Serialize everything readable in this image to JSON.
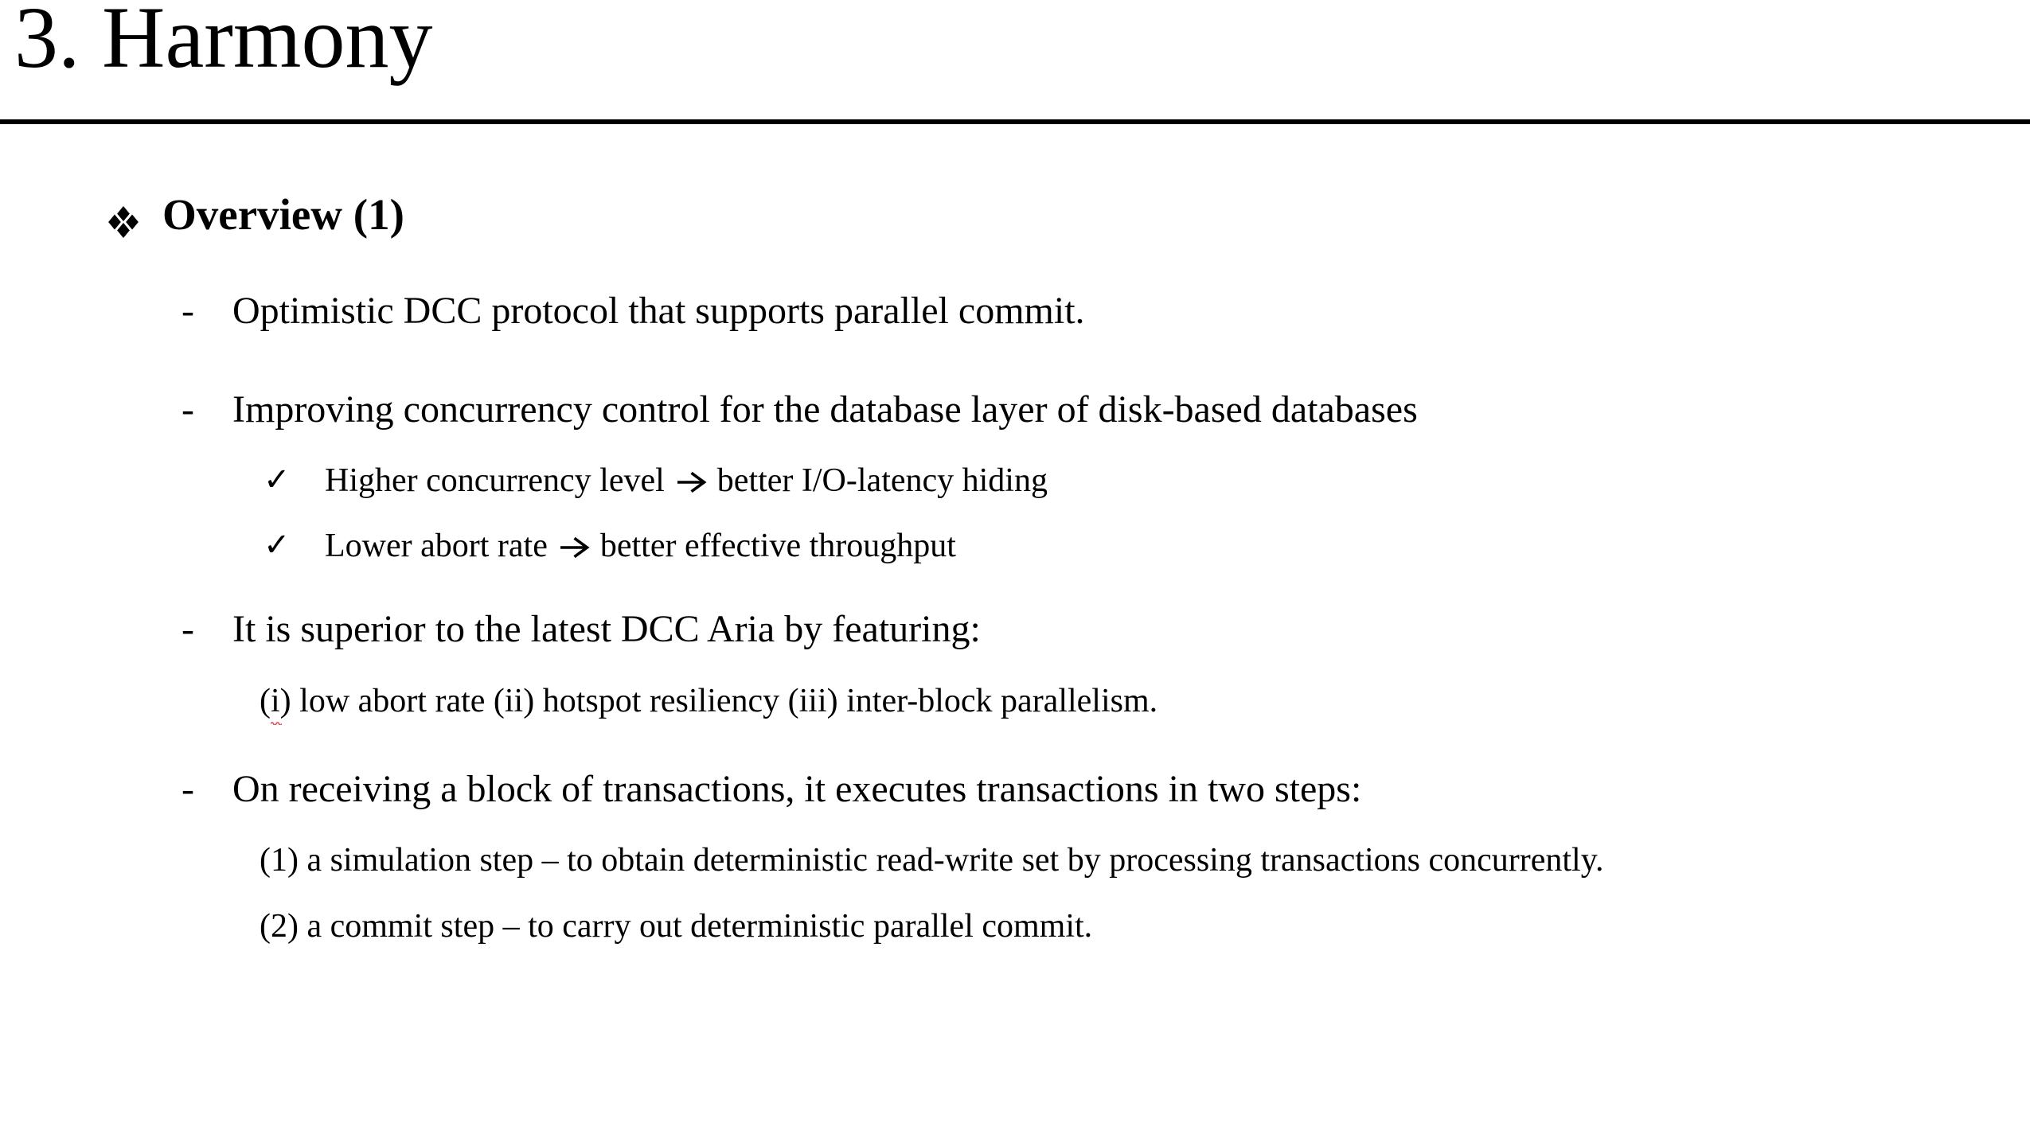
{
  "colors": {
    "text": "#000000",
    "background": "#ffffff",
    "rule": "#000000",
    "squiggle": "#e05252"
  },
  "slide": {
    "title": "3. Harmony",
    "heading": "Overview (1)",
    "bullets": {
      "b1": {
        "marker": "-",
        "text": "Optimistic DCC protocol that supports parallel commit."
      },
      "b2": {
        "marker": "-",
        "text": "Improving concurrency control for the database layer of disk-based databases"
      },
      "b2_checks": [
        {
          "marker": "✓",
          "before_arrow": "Higher concurrency level",
          "after_arrow": "better I/O-latency hiding"
        },
        {
          "marker": "✓",
          "before_arrow": "Lower abort rate",
          "after_arrow": "better effective throughput"
        }
      ],
      "b3": {
        "marker": "-",
        "text": "It is superior to the latest DCC Aria by featuring:"
      },
      "b3_sub": {
        "open_paren": "(",
        "misspelled_i": "i",
        "rest": ") low abort rate (ii) hotspot resiliency (iii) inter-block parallelism."
      },
      "b4": {
        "marker": "-",
        "text": "On receiving a block of transactions, it executes transactions in two steps:"
      },
      "b4_sub": [
        "(1) a simulation step – to obtain deterministic read-write set by processing transactions concurrently.",
        "(2) a commit step – to carry out deterministic parallel commit."
      ]
    }
  }
}
